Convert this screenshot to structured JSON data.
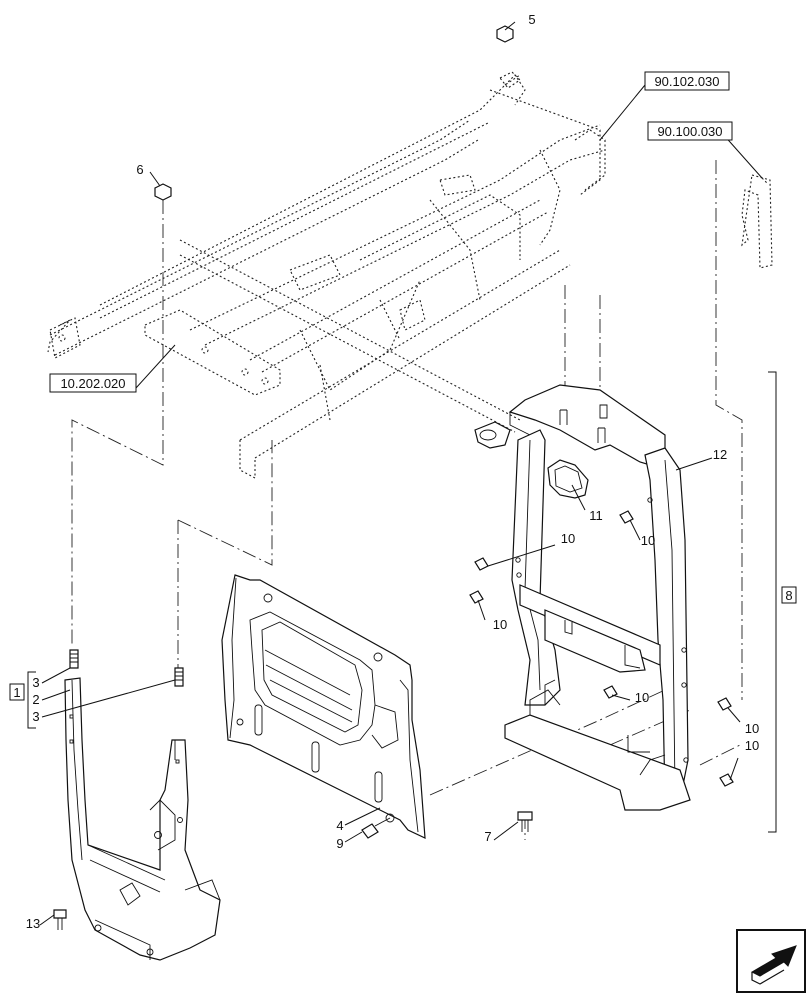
{
  "references": {
    "frame": "90.102.030",
    "bracket": "90.100.030",
    "plate": "10.202.020"
  },
  "callouts": {
    "c1": "1",
    "c2": "2",
    "c3a": "3",
    "c3b": "3",
    "c4": "4",
    "c5": "5",
    "c6": "6",
    "c7": "7",
    "c8": "8",
    "c9": "9",
    "c10a": "10",
    "c10b": "10",
    "c10c": "10",
    "c10d": "10",
    "c10e": "10",
    "c10f": "10",
    "c11": "11",
    "c12": "12",
    "c13": "13"
  },
  "navigation": {
    "icon": "arrow-icon"
  }
}
